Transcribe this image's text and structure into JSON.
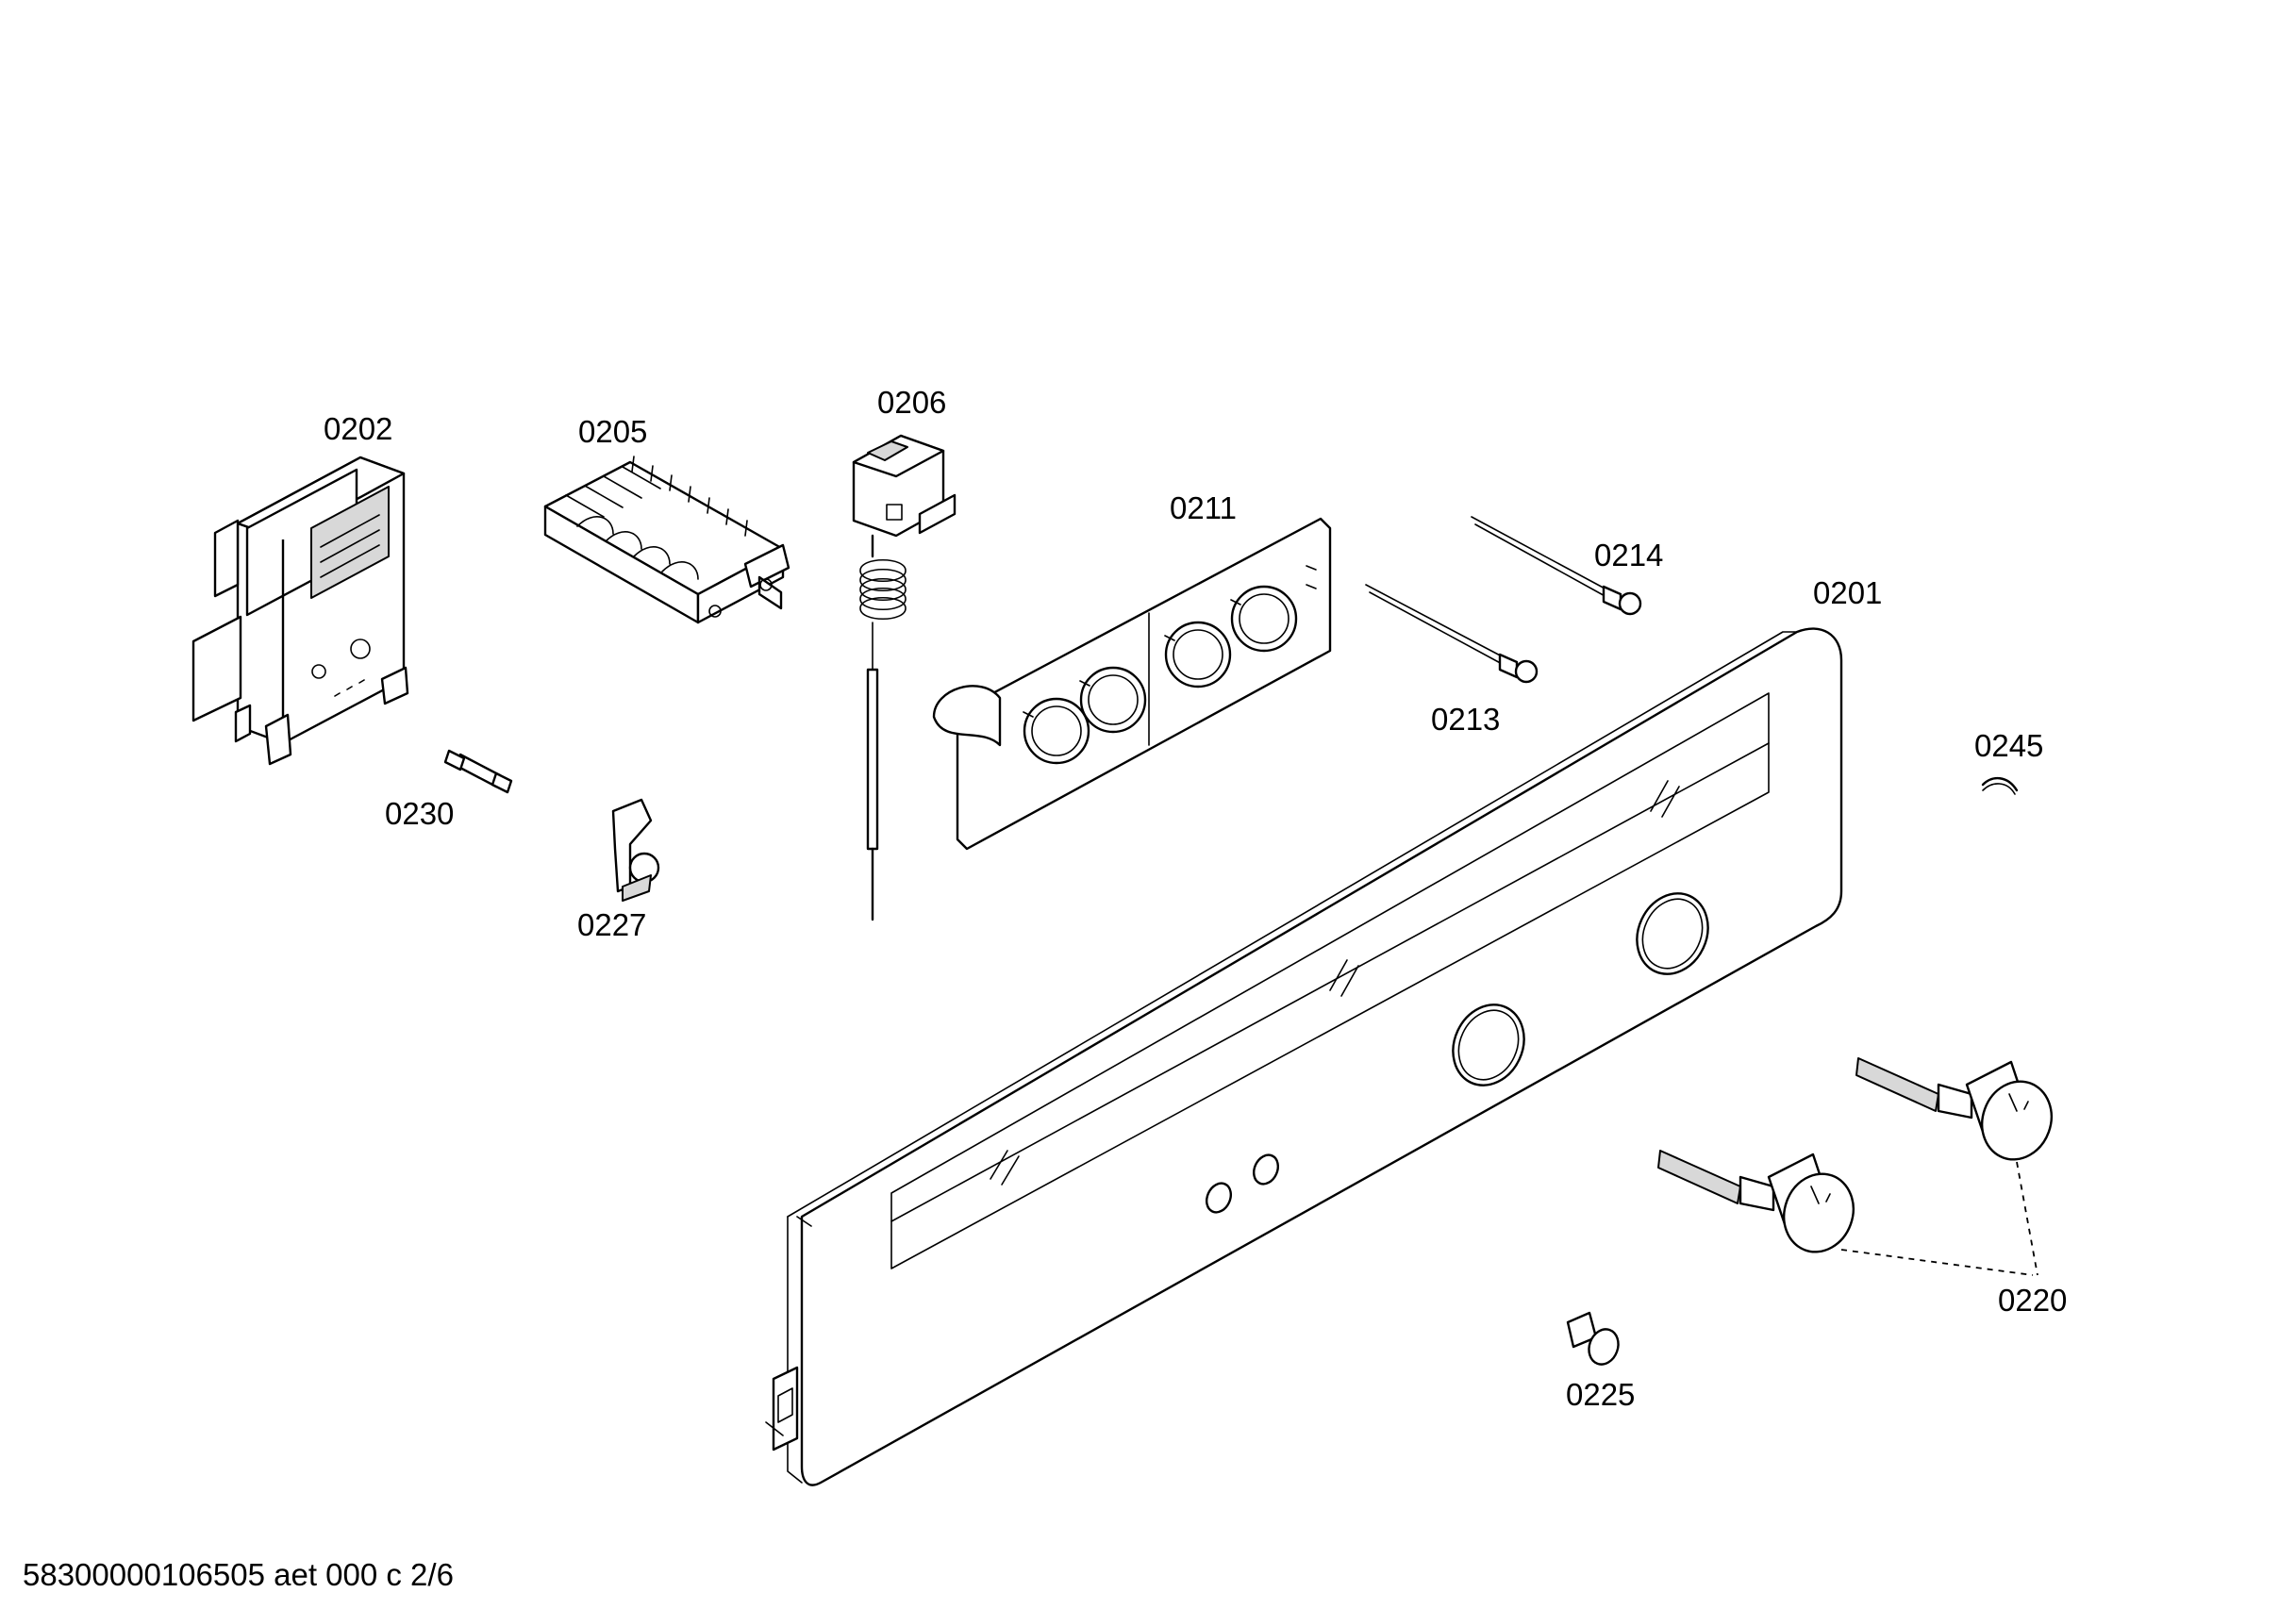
{
  "parts": [
    {
      "id": "0202",
      "label": "0202"
    },
    {
      "id": "0205",
      "label": "0205"
    },
    {
      "id": "0206",
      "label": "0206"
    },
    {
      "id": "0211",
      "label": "0211"
    },
    {
      "id": "0214",
      "label": "0214"
    },
    {
      "id": "0201",
      "label": "0201"
    },
    {
      "id": "0213",
      "label": "0213"
    },
    {
      "id": "0245",
      "label": "0245"
    },
    {
      "id": "0230",
      "label": "0230"
    },
    {
      "id": "0227",
      "label": "0227"
    },
    {
      "id": "0220",
      "label": "0220"
    },
    {
      "id": "0225",
      "label": "0225"
    }
  ],
  "footer": {
    "document_code": "58300000106505 aet 000 c 2/6"
  }
}
